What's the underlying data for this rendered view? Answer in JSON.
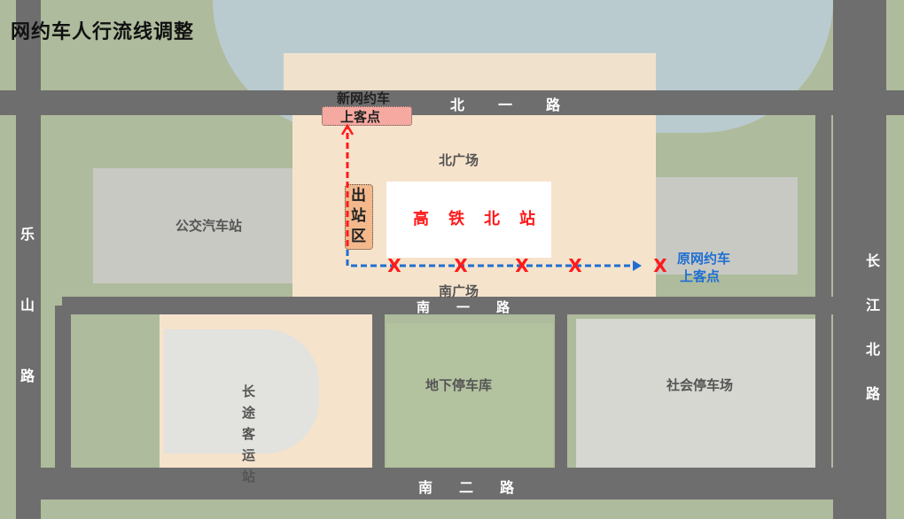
{
  "title": "网约车人行流线调整",
  "roads": {
    "north1": "北一路",
    "south1": "南一路",
    "south2": "南二路",
    "leshan": "乐山路",
    "changjiang_north": "长江北路"
  },
  "areas": {
    "north_plaza": "北广场",
    "south_plaza": "南广场",
    "station": "高铁北站",
    "bus_station": "公交汽车站",
    "long_distance": "长途客运站",
    "underground_parking": "地下停车库",
    "public_parking": "社会停车场",
    "exit_zone": "出站区"
  },
  "pickup": {
    "new_line1": "新网约车",
    "new_line2": "上客点",
    "old_line1": "原网约车",
    "old_line2": "上客点"
  },
  "markers": {
    "cross": "X"
  },
  "colors": {
    "new_route": "#ff1a1a",
    "old_route": "#1f6fd1",
    "cross": "#ff1a1a"
  }
}
